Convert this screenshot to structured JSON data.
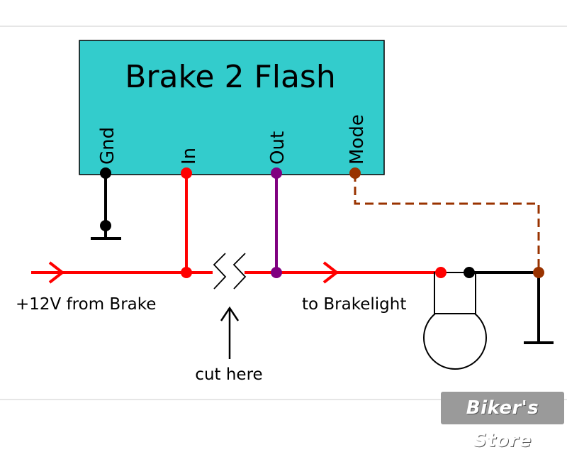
{
  "module": {
    "title": "Brake 2 Flash",
    "pins": [
      "Gnd",
      "In",
      "Out",
      "Mode"
    ],
    "fill": "#33cccc"
  },
  "labels": {
    "input": "+12V from Brake",
    "output": "to Brakelight",
    "cut": "cut here"
  },
  "colors": {
    "power": "#ff0000",
    "output": "#800080",
    "mode": "#993300",
    "ground": "#000000"
  },
  "watermark": "Biker's Store"
}
